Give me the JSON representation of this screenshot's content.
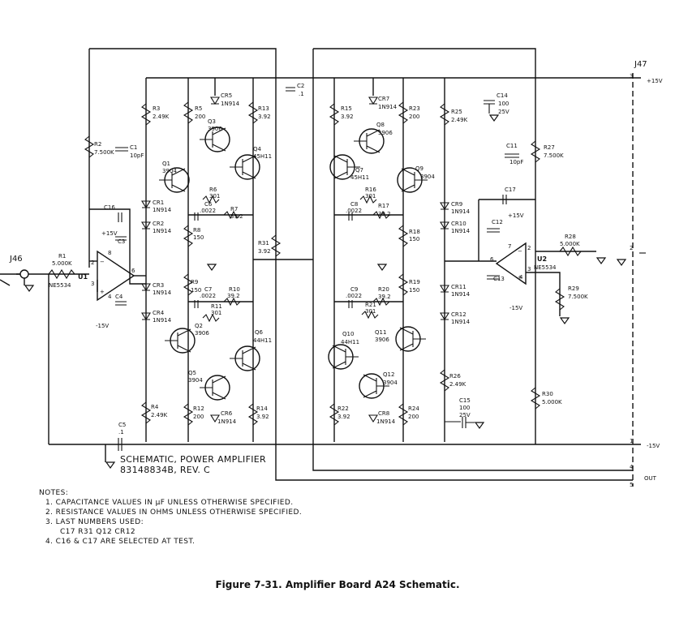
{
  "connectors": {
    "j46": "J46",
    "j47": "J47",
    "pin3": "3",
    "pin2": "2",
    "pin1": "1",
    "pin4": "4",
    "pin5": "5",
    "plus15": "+15V",
    "minus15": "-15V",
    "out": "OUT"
  },
  "ics": {
    "u1": {
      "ref": "U1",
      "part": "NE5534",
      "pin2": "2",
      "pin3": "3",
      "pin4": "4",
      "pin6": "6",
      "pin8": "8"
    },
    "u2": {
      "ref": "U2",
      "part": "NE5534",
      "pin2": "2",
      "pin3": "3",
      "pin4": "4",
      "pin6": "6",
      "pin7": "7"
    }
  },
  "supplies": {
    "u1_plus": "+15V",
    "u1_minus": "-15V",
    "u2_plus": "+15V",
    "u2_minus": "-15V"
  },
  "resistors": {
    "r1": {
      "ref": "R1",
      "value": "5.000K"
    },
    "r2": {
      "ref": "R2",
      "value": "7.500K"
    },
    "r3": {
      "ref": "R3",
      "value": "2.49K"
    },
    "r4": {
      "ref": "R4",
      "value": "2.49K"
    },
    "r5": {
      "ref": "R5",
      "value": "200"
    },
    "r6": {
      "ref": "R6",
      "value": "301"
    },
    "r7": {
      "ref": "R7",
      "value": "39.2"
    },
    "r8": {
      "ref": "R8",
      "value": "150"
    },
    "r9": {
      "ref": "R9",
      "value": "150"
    },
    "r10": {
      "ref": "R10",
      "value": "39.2"
    },
    "r11": {
      "ref": "R11",
      "value": "301"
    },
    "r12": {
      "ref": "R12",
      "value": "200"
    },
    "r13": {
      "ref": "R13",
      "value": "3.92"
    },
    "r14": {
      "ref": "R14",
      "value": "3.92"
    },
    "r15": {
      "ref": "R15",
      "value": "3.92"
    },
    "r16": {
      "ref": "R16",
      "value": "301"
    },
    "r17": {
      "ref": "R17",
      "value": "39.2"
    },
    "r18": {
      "ref": "R18",
      "value": "150"
    },
    "r19": {
      "ref": "R19",
      "value": "150"
    },
    "r20": {
      "ref": "R20",
      "value": "39.2"
    },
    "r21": {
      "ref": "R21",
      "value": "301"
    },
    "r22": {
      "ref": "R22",
      "value": "3.92"
    },
    "r23": {
      "ref": "R23",
      "value": "200"
    },
    "r24": {
      "ref": "R24",
      "value": "200"
    },
    "r25": {
      "ref": "R25",
      "value": "2.49K"
    },
    "r26": {
      "ref": "R26",
      "value": "2.49K"
    },
    "r27": {
      "ref": "R27",
      "value": "7.500K"
    },
    "r28": {
      "ref": "R28",
      "value": "5.000K"
    },
    "r29": {
      "ref": "R29",
      "value": "7.500K"
    },
    "r30": {
      "ref": "R30",
      "value": "5.000K"
    },
    "r31": {
      "ref": "R31",
      "value": "3.92"
    }
  },
  "capacitors": {
    "c1": {
      "ref": "C1",
      "value": "10pF"
    },
    "c2": {
      "ref": "C2",
      "value": ".1"
    },
    "c3": {
      "ref": "C3",
      "value": ""
    },
    "c4": {
      "ref": "C4",
      "value": ""
    },
    "c5": {
      "ref": "C5",
      "value": ".1"
    },
    "c6": {
      "ref": "C6",
      "value": ".0022"
    },
    "c7": {
      "ref": "C7",
      "value": ".0022"
    },
    "c8": {
      "ref": "C8",
      "value": ".0022"
    },
    "c9": {
      "ref": "C9",
      "value": ".0022"
    },
    "c11": {
      "ref": "C11",
      "value": "10pF"
    },
    "c12": {
      "ref": "C12",
      "value": ""
    },
    "c13": {
      "ref": "C13",
      "value": ""
    },
    "c14": {
      "ref": "C14",
      "value": "100",
      "voltage": "25V"
    },
    "c15": {
      "ref": "C15",
      "value": "100",
      "voltage": "25V"
    },
    "c16": {
      "ref": "C16",
      "value": ""
    },
    "c17": {
      "ref": "C17",
      "value": ""
    }
  },
  "diodes": {
    "cr1": {
      "ref": "CR1",
      "part": "1N914"
    },
    "cr2": {
      "ref": "CR2",
      "part": "1N914"
    },
    "cr3": {
      "ref": "CR3",
      "part": "1N914"
    },
    "cr4": {
      "ref": "CR4",
      "part": "1N914"
    },
    "cr5": {
      "ref": "CR5",
      "part": "1N914"
    },
    "cr6": {
      "ref": "CR6",
      "part": "1N914"
    },
    "cr7": {
      "ref": "CR7",
      "part": "1N914"
    },
    "cr8": {
      "ref": "CR8",
      "part": "1N914"
    },
    "cr9": {
      "ref": "CR9",
      "part": "1N914"
    },
    "cr10": {
      "ref": "CR10",
      "part": "1N914"
    },
    "cr11": {
      "ref": "CR11",
      "part": "1N914"
    },
    "cr12": {
      "ref": "CR12",
      "part": "1N914"
    }
  },
  "transistors": {
    "q1": {
      "ref": "Q1",
      "part": "3904"
    },
    "q2": {
      "ref": "Q2",
      "part": "3906"
    },
    "q3": {
      "ref": "Q3",
      "part": "3906"
    },
    "q4": {
      "ref": "Q4",
      "part": "45H11"
    },
    "q5": {
      "ref": "Q5",
      "part": "3904"
    },
    "q6": {
      "ref": "Q6",
      "part": "44H11"
    },
    "q7": {
      "ref": "Q7",
      "part": "45H11"
    },
    "q8": {
      "ref": "Q8",
      "part": "3906"
    },
    "q9": {
      "ref": "Q9",
      "part": "3904"
    },
    "q10": {
      "ref": "Q10",
      "part": "44H11"
    },
    "q11": {
      "ref": "Q11",
      "part": "3906"
    },
    "q12": {
      "ref": "Q12",
      "part": "3904"
    }
  },
  "title_block": {
    "line1": "SCHEMATIC, POWER AMPLIFIER",
    "line2": "83148834B, REV. C"
  },
  "notes": {
    "heading": "NOTES:",
    "n1": "1. CAPACITANCE VALUES IN μF UNLESS OTHERWISE SPECIFIED.",
    "n2": "2. RESISTANCE VALUES IN OHMS UNLESS OTHERWISE SPECIFIED.",
    "n3": "3. LAST NUMBERS USED:",
    "n3_list": "C17   R31   Q12   CR12",
    "n4": "4. C16 & C17 ARE SELECTED AT TEST."
  },
  "caption": "Figure 7-31.  Amplifier Board A24 Schematic."
}
